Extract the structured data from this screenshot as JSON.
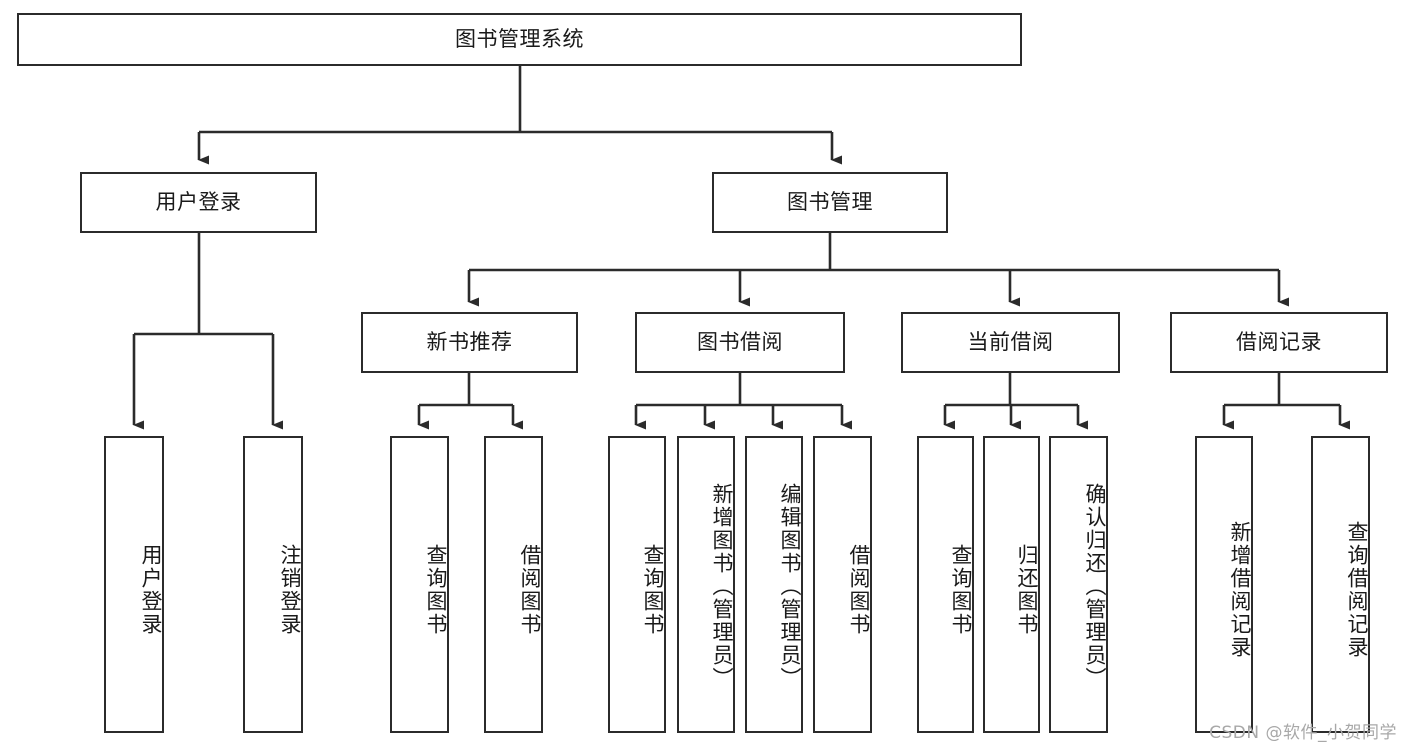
{
  "diagram": {
    "type": "tree-hierarchy",
    "title": "图书管理系统",
    "watermark": "CSDN @软件_小贺同学",
    "colors": {
      "border": "#2b2b2b",
      "fill": "#ffffff",
      "edge": "#2b2b2b",
      "text": "#1a1a1a",
      "watermark": "#a8a8a8"
    },
    "nodes": {
      "root": {
        "label": "图书管理系统",
        "level": 0,
        "orientation": "horizontal"
      },
      "l1": [
        {
          "id": "user-login",
          "label": "用户登录",
          "level": 1,
          "orientation": "horizontal"
        },
        {
          "id": "book-manage",
          "label": "图书管理",
          "level": 1,
          "orientation": "horizontal"
        }
      ],
      "l2": [
        {
          "id": "new-book-recommend",
          "label": "新书推荐",
          "level": 2,
          "orientation": "horizontal",
          "parent": "book-manage"
        },
        {
          "id": "book-borrow",
          "label": "图书借阅",
          "level": 2,
          "orientation": "horizontal",
          "parent": "book-manage"
        },
        {
          "id": "current-borrow",
          "label": "当前借阅",
          "level": 2,
          "orientation": "horizontal",
          "parent": "book-manage"
        },
        {
          "id": "borrow-record",
          "label": "借阅记录",
          "level": 2,
          "orientation": "horizontal",
          "parent": "book-manage"
        }
      ],
      "leaves": [
        {
          "id": "leaf-user-login",
          "label": "用户登录",
          "parent": "user-login",
          "orientation": "vertical"
        },
        {
          "id": "leaf-logout-login",
          "label": "注销登录",
          "parent": "user-login",
          "orientation": "vertical"
        },
        {
          "id": "leaf-query-book-1",
          "label": "查询图书",
          "parent": "new-book-recommend",
          "orientation": "vertical"
        },
        {
          "id": "leaf-borrow-book-1",
          "label": "借阅图书",
          "parent": "new-book-recommend",
          "orientation": "vertical"
        },
        {
          "id": "leaf-query-book-2",
          "label": "查询图书",
          "parent": "book-borrow",
          "orientation": "vertical"
        },
        {
          "id": "leaf-add-book",
          "label": "新增图书（管理员）",
          "parent": "book-borrow",
          "orientation": "vertical"
        },
        {
          "id": "leaf-edit-book",
          "label": "编辑图书（管理员）",
          "parent": "book-borrow",
          "orientation": "vertical"
        },
        {
          "id": "leaf-borrow-book-2",
          "label": "借阅图书",
          "parent": "book-borrow",
          "orientation": "vertical"
        },
        {
          "id": "leaf-query-book-3",
          "label": "查询图书",
          "parent": "current-borrow",
          "orientation": "vertical"
        },
        {
          "id": "leaf-return-book",
          "label": "归还图书",
          "parent": "current-borrow",
          "orientation": "vertical"
        },
        {
          "id": "leaf-confirm-return",
          "label": "确认归还（管理员）",
          "parent": "current-borrow",
          "orientation": "vertical"
        },
        {
          "id": "leaf-add-record",
          "label": "新增借阅记录",
          "parent": "borrow-record",
          "orientation": "vertical"
        },
        {
          "id": "leaf-query-record",
          "label": "查询借阅记录",
          "parent": "borrow-record",
          "orientation": "vertical"
        }
      ]
    }
  }
}
